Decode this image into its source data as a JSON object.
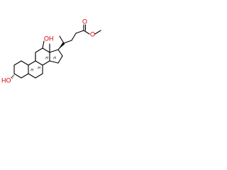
{
  "molecule": {
    "atoms": {
      "oh_top": "OH",
      "oh_left": "HO",
      "ester_o_carbonyl": "O",
      "ester_o_methoxy": "O"
    },
    "stereo_h": {
      "h_c5": "H",
      "h_c8": "H",
      "h_c9": "H",
      "h_c14": "H"
    },
    "colors": {
      "bond": "#000000",
      "heteroatom": "#d40000",
      "background": "#ffffff"
    }
  }
}
